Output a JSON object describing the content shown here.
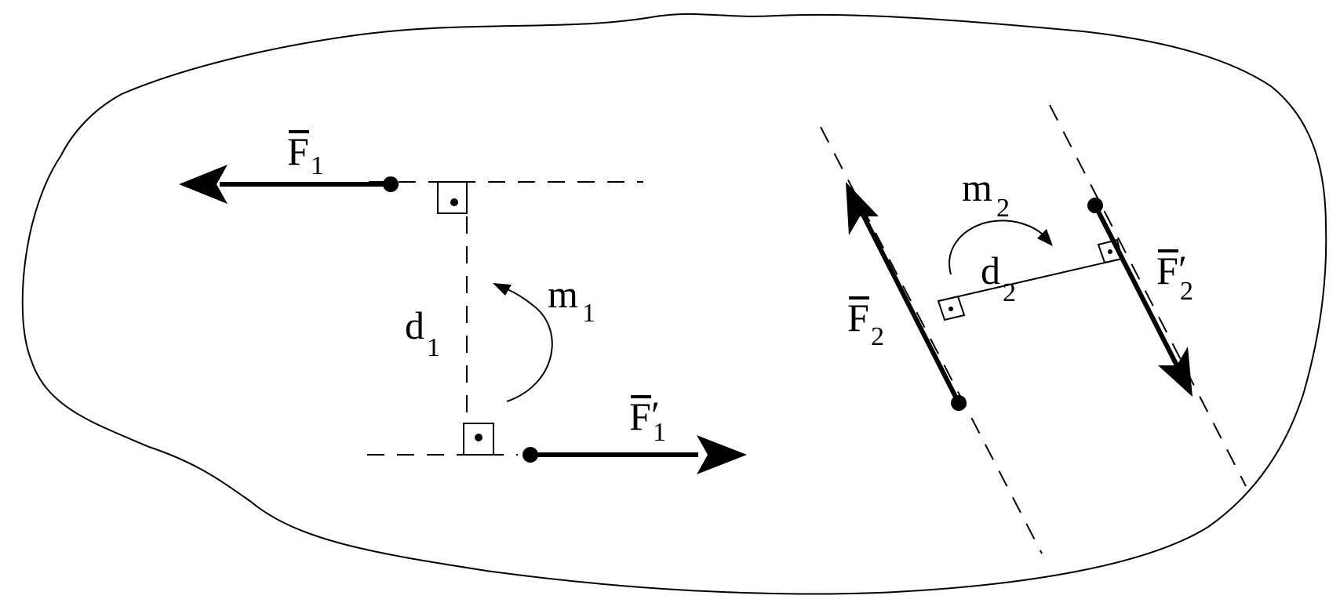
{
  "labels": {
    "F1": {
      "base": "F",
      "sub": "1",
      "prime": ""
    },
    "F1p": {
      "base": "F",
      "sub": "1",
      "prime": "′"
    },
    "F2": {
      "base": "F",
      "sub": "2",
      "prime": ""
    },
    "F2p": {
      "base": "F",
      "sub": "2",
      "prime": "′"
    },
    "m1": {
      "base": "m",
      "sub": "1"
    },
    "m2": {
      "base": "m",
      "sub": "2"
    },
    "d1": {
      "base": "d",
      "sub": "1"
    },
    "d2": {
      "base": "d",
      "sub": "2"
    }
  },
  "colors": {
    "ink": "#000000",
    "paper": "#ffffff"
  }
}
